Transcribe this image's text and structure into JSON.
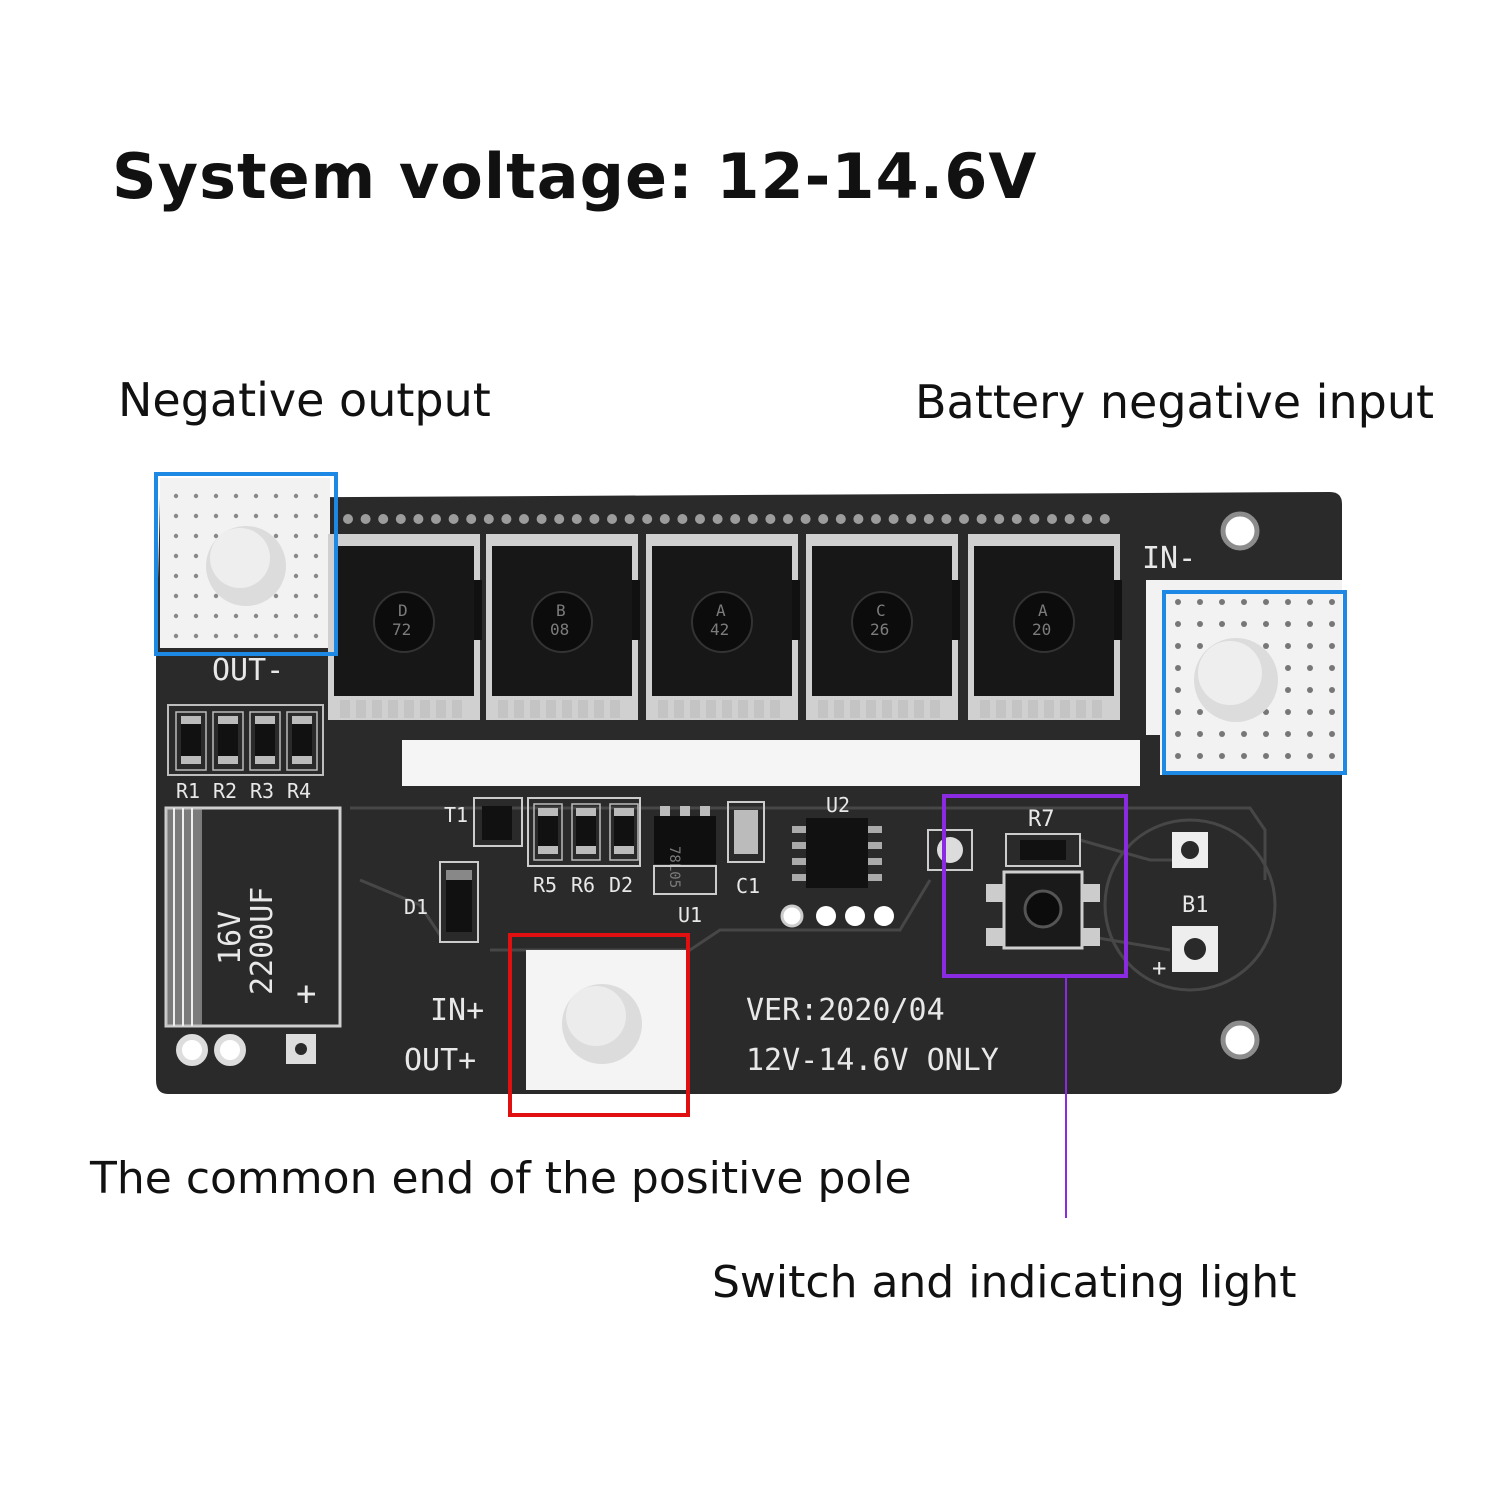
{
  "title": "System voltage: 12-14.6V",
  "callouts": {
    "negative_output": {
      "label": "Negative output",
      "color": "#1e88e5"
    },
    "battery_negative_input": {
      "label": "Battery negative input",
      "color": "#1e88e5"
    },
    "common_positive": {
      "label": "The common end of the positive pole",
      "color": "#e01010"
    },
    "switch_light": {
      "label": "Switch and indicating light",
      "color": "#8a2be2"
    }
  },
  "board": {
    "pcb_color": "#2a2a2a",
    "silkscreen": {
      "out_minus": "OUT-",
      "in_minus": "IN-",
      "in_plus": "IN+",
      "out_plus": "OUT+",
      "version": "VER:2020/04",
      "voltage_note": "12V-14.6V ONLY",
      "r1": "R1",
      "r2": "R2",
      "r3": "R3",
      "r4": "R4",
      "r5": "R5",
      "r6": "R6",
      "d2": "D2",
      "t1": "T1",
      "d1": "D1",
      "u1": "U1",
      "u2": "U2",
      "c1": "C1",
      "r7": "R7",
      "b1": "B1",
      "b1_plus": "+",
      "cap_voltage": "16V",
      "cap_value": "2200UF",
      "cap_plus": "+",
      "reg_mark": "78L05"
    },
    "mosfets": [
      {
        "line1": "D",
        "line2": "72"
      },
      {
        "line1": "B",
        "line2": "08"
      },
      {
        "line1": "A",
        "line2": "42"
      },
      {
        "line1": "C",
        "line2": "26"
      },
      {
        "line1": "A",
        "line2": "20"
      }
    ]
  }
}
